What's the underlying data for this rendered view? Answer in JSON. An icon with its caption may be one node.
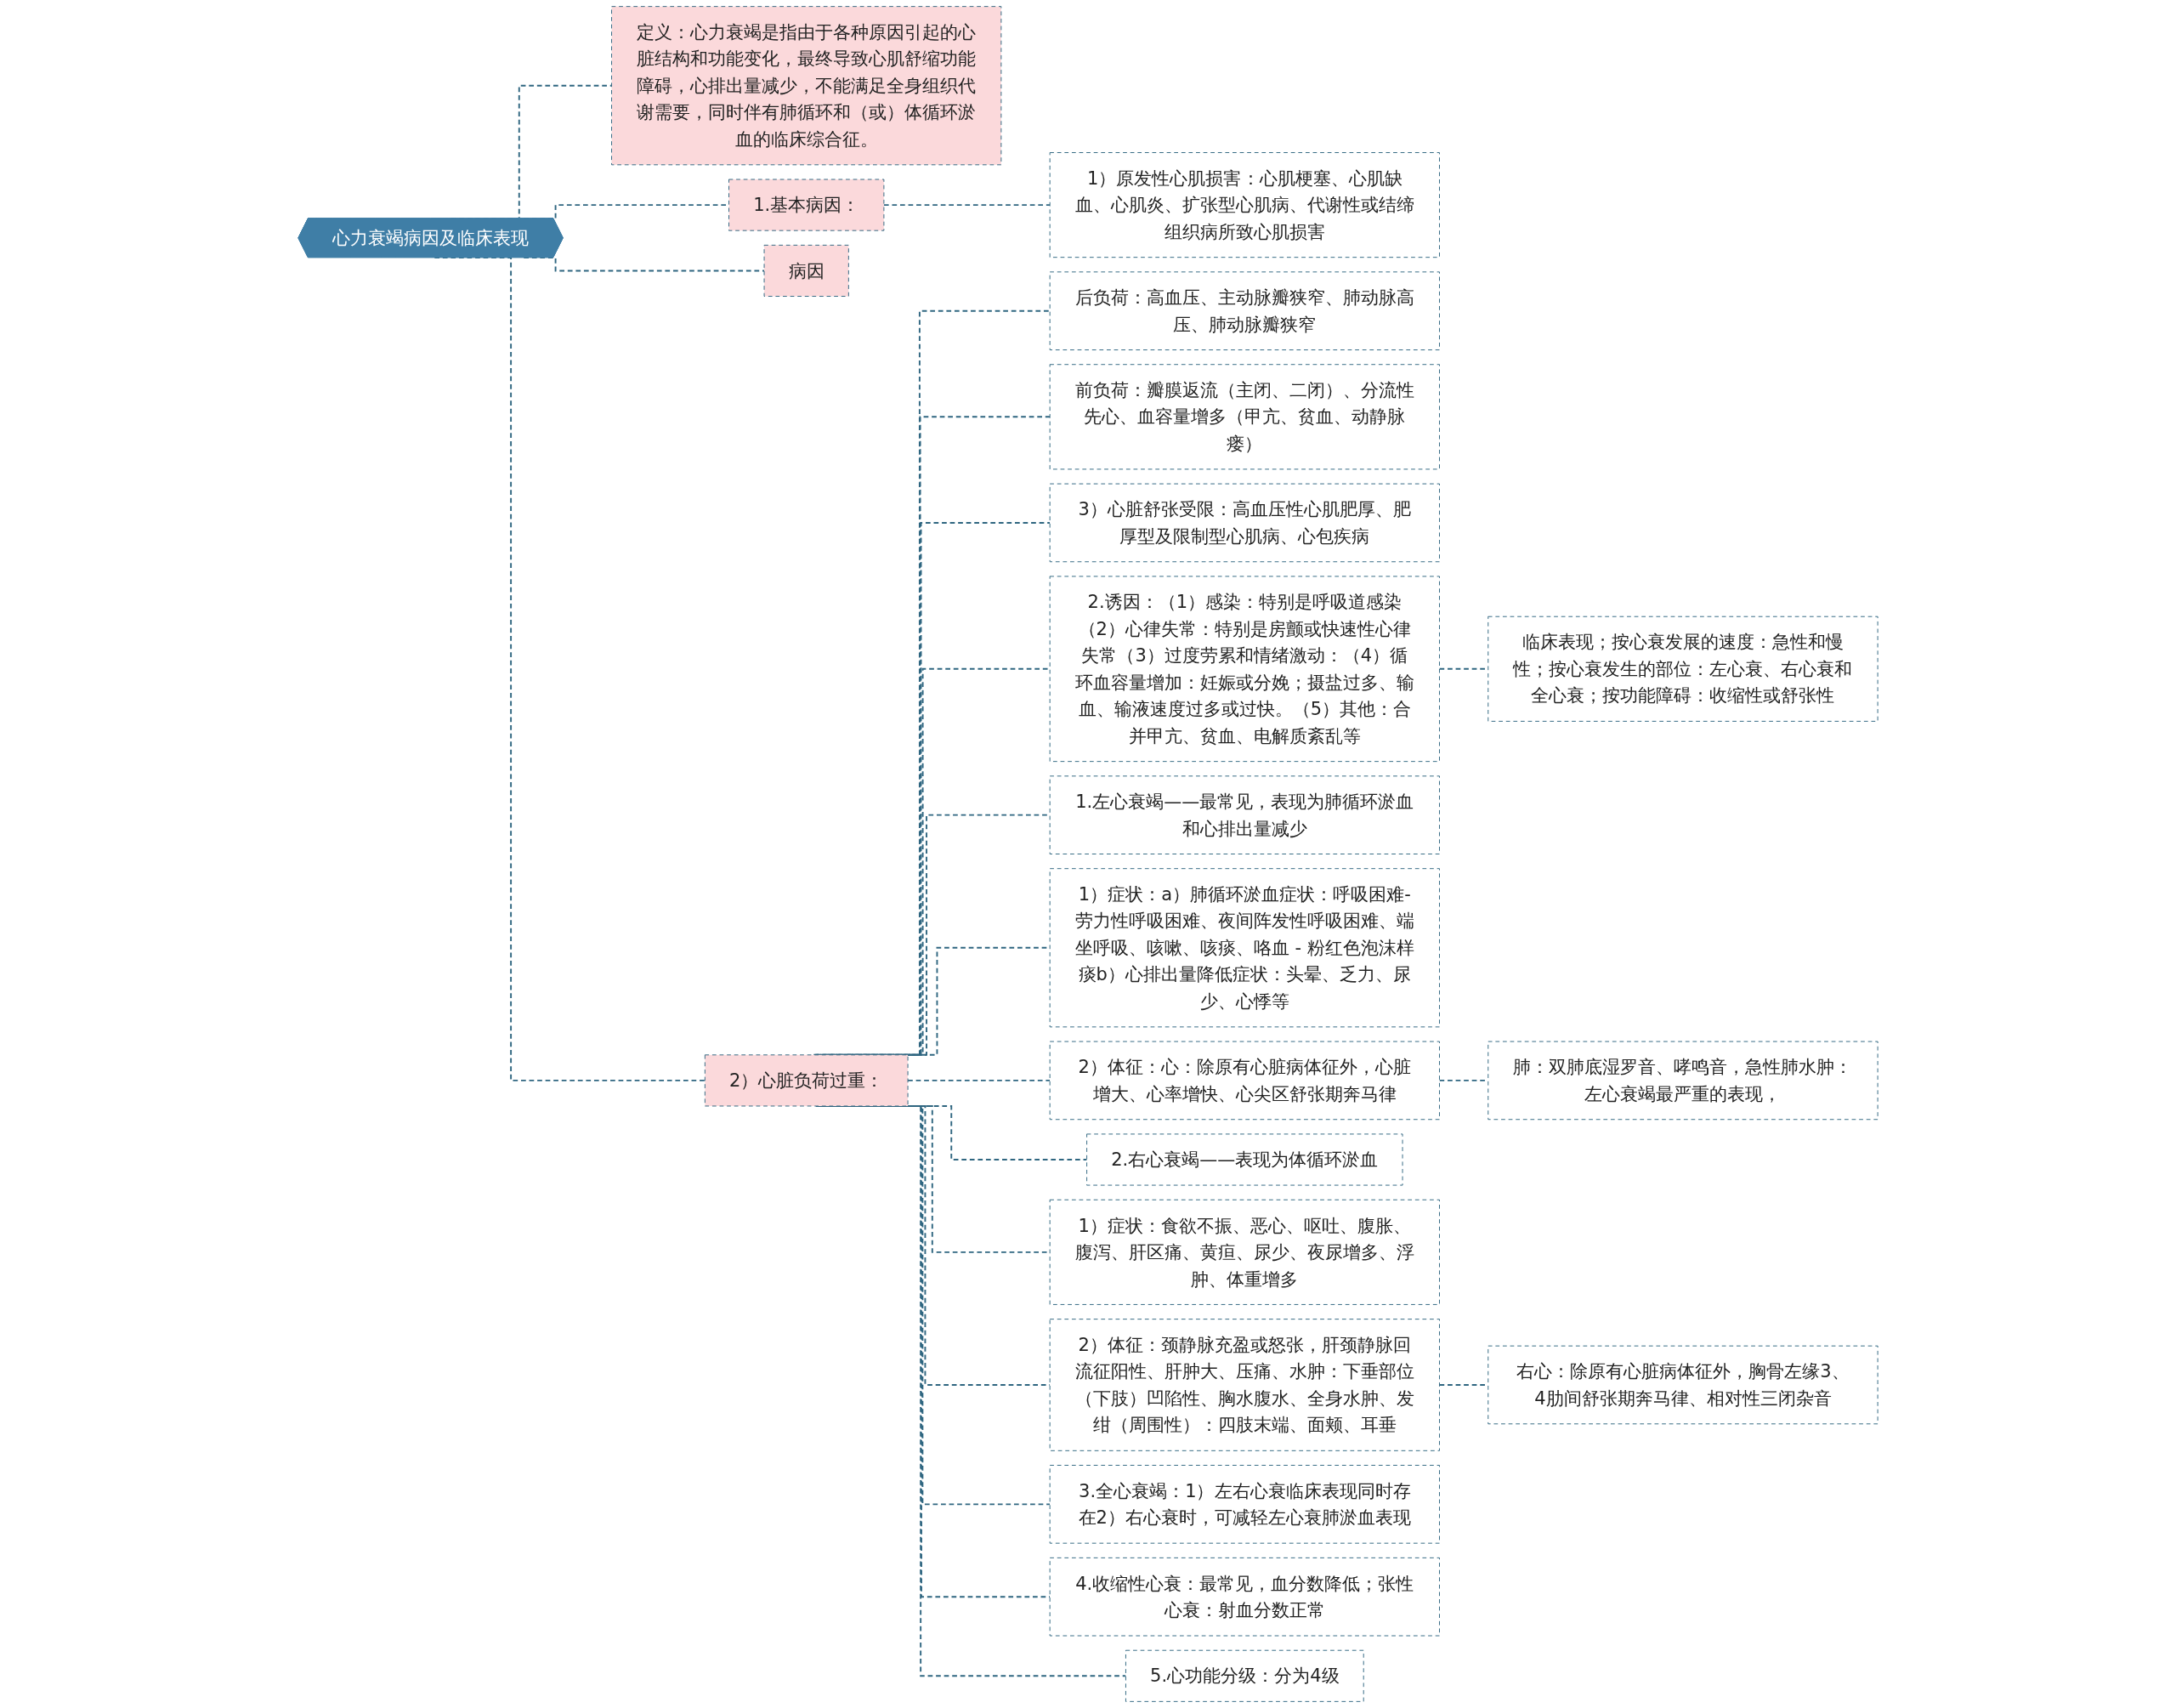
{
  "diagram": {
    "nodes": [
      {
        "text": [
          "心力衰竭病因及临床表现"
        ]
      },
      {
        "text": [
          "病因"
        ]
      },
      {
        "text": [
          "后负荷：高血压、主动脉瓣狭窄、肺动脉高压、肺动脉瓣狭窄"
        ]
      },
      {
        "text": [
          "前负荷：瓣膜返流（主闭、二闭）、分流性先心、血容量增多（甲亢、贫血、动静脉瘘）"
        ]
      },
      {
        "text": [
          "3）心脏舒张受限：高血压性心肌肥厚、肥厚型及限制型心肌病、心包疾病"
        ]
      },
      {
        "text": [
          "2.诱因：（1）感染：特别是呼吸道感染（2）心律失常：特别是房颤或快速性心律失常（3）过度劳累和情绪激动：（4）循环血容量增加：妊娠或分娩；摄盐过多、输血、输液速度过多或过快。（5）其他：合并甲亢、贫血、电解质紊乱等"
        ]
      },
      {
        "text": [
          "临床表现；按心衰发展的速度：急性和慢性；按心衰发生的部位：左心衰、右心衰和全心衰；按功能障碍：收缩性或舒张性"
        ]
      },
      {
        "text": [
          "1.左心衰竭——最常见，表现为肺循环淤血和心排出量减少"
        ]
      },
      {
        "text": [
          "1）症状：a）肺循环淤血症状：呼吸困难-劳力性呼吸困难、夜间阵发性呼吸困难、端坐呼吸、咳嗽、咳痰、咯血 - 粉红色泡沫样痰b）心排出量降低症状：头晕、乏力、尿少、心悸等"
        ]
      },
      {
        "text": [
          "2）体征：心：除原有心脏病体征外，心脏增大、心率增快、心尖区舒张期奔马律"
        ]
      },
      {
        "text": [
          "肺：双肺底湿罗音、哮鸣音，急性肺水肿：左心衰竭最严重的表现，"
        ]
      },
      {
        "text": [
          "2.右心衰竭——表现为体循环淤血"
        ]
      },
      {
        "text": [
          "1）症状：食欲不振、恶心、呕吐、腹胀、腹泻、肝区痛、黄疸、尿少、夜尿增多、浮肿、体重增多"
        ]
      },
      {
        "text": [
          "2）体征：颈静脉充盈或怒张，肝颈静脉回流征阳性、肝肿大、压痛、水肿：下垂部位（下肢）凹陷性、胸水腹水、全身水肿、发绀（周围性）：四肢末端、面颊、耳垂"
        ]
      },
      {
        "text": [
          "右心：除原有心脏病体征外，胸骨左缘3、4肋间舒张期奔马律、相对性三闭杂音"
        ]
      },
      {
        "text": [
          "3.全心衰竭：1）左右心衰临床表现同时存在2）右心衰时，可减轻左心衰肺淤血表现"
        ]
      },
      {
        "text": [
          "4.收缩性心衰：最常见，血分数降低；张性心衰：射血分数正常"
        ]
      },
      {
        "text": [
          "5.心功能分级：分为4级"
        ]
      },
      {
        "text": [
          "2）心脏负荷过重："
        ]
      },
      {
        "text": [
          "定义：心力衰竭是指由于各种原因引起的心脏结构和功能变化，最终导致心肌舒缩功能障碍，心排出量减少，不能满足全身组织代谢需要，同时伴有肺循环和（或）体循环淤血的临床综合征。"
        ]
      },
      {
        "text": [
          "1.基本病因："
        ]
      },
      {
        "text": [
          "1）原发性心肌损害：心肌梗塞、心肌缺血、心肌炎、扩张型心肌病、代谢性或结缔组织病所致心肌损害"
        ]
      }
    ],
    "edges": [
      {
        "from": 0,
        "to": 1,
        "arrow": "none",
        "style": "dashed"
      },
      {
        "from": 0,
        "to": 18,
        "arrow": "none",
        "style": "dashed"
      },
      {
        "from": 18,
        "to": 2,
        "arrow": "none",
        "style": "dashed"
      },
      {
        "from": 18,
        "to": 3,
        "arrow": "none",
        "style": "dashed"
      },
      {
        "from": 18,
        "to": 4,
        "arrow": "none",
        "style": "dashed"
      },
      {
        "from": 18,
        "to": 5,
        "arrow": "none",
        "style": "dashed"
      },
      {
        "from": 5,
        "to": 6,
        "arrow": "none",
        "style": "dashed"
      },
      {
        "from": 18,
        "to": 7,
        "arrow": "none",
        "style": "dashed"
      },
      {
        "from": 18,
        "to": 8,
        "arrow": "none",
        "style": "dashed"
      },
      {
        "from": 18,
        "to": 9,
        "arrow": "none",
        "style": "dashed"
      },
      {
        "from": 9,
        "to": 10,
        "arrow": "none",
        "style": "dashed"
      },
      {
        "from": 18,
        "to": 11,
        "arrow": "none",
        "style": "dashed"
      },
      {
        "from": 18,
        "to": 12,
        "arrow": "none",
        "style": "dashed"
      },
      {
        "from": 18,
        "to": 13,
        "arrow": "none",
        "style": "dashed"
      },
      {
        "from": 13,
        "to": 14,
        "arrow": "none",
        "style": "dashed"
      },
      {
        "from": 18,
        "to": 15,
        "arrow": "none",
        "style": "dashed"
      },
      {
        "from": 18,
        "to": 16,
        "arrow": "none",
        "style": "dashed"
      },
      {
        "from": 18,
        "to": 17,
        "arrow": "none",
        "style": "dashed"
      },
      {
        "from": 0,
        "to": 19,
        "arrow": "none",
        "style": "dashed"
      },
      {
        "from": 0,
        "to": 20,
        "arrow": "none",
        "style": "dashed"
      },
      {
        "from": 20,
        "to": 21,
        "arrow": "none",
        "style": "dashed"
      }
    ]
  }
}
